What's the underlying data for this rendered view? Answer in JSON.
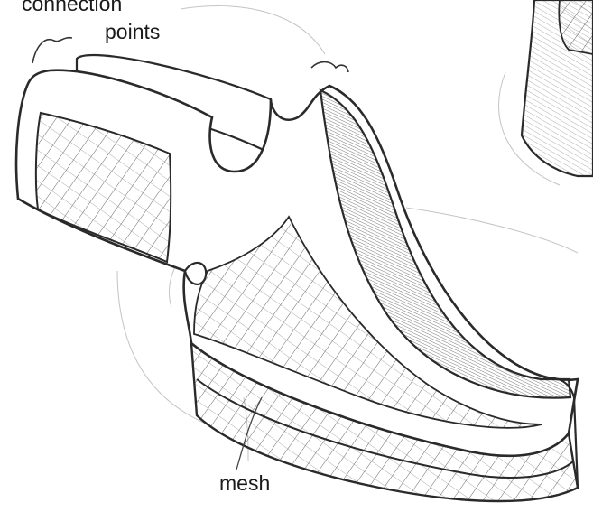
{
  "annotations": {
    "connection_line1": "connection",
    "connection_line2": "points",
    "mesh": "mesh"
  },
  "colors": {
    "background": "#ffffff",
    "ink": "#2a2a2a",
    "shade": "#8a8a8a"
  }
}
